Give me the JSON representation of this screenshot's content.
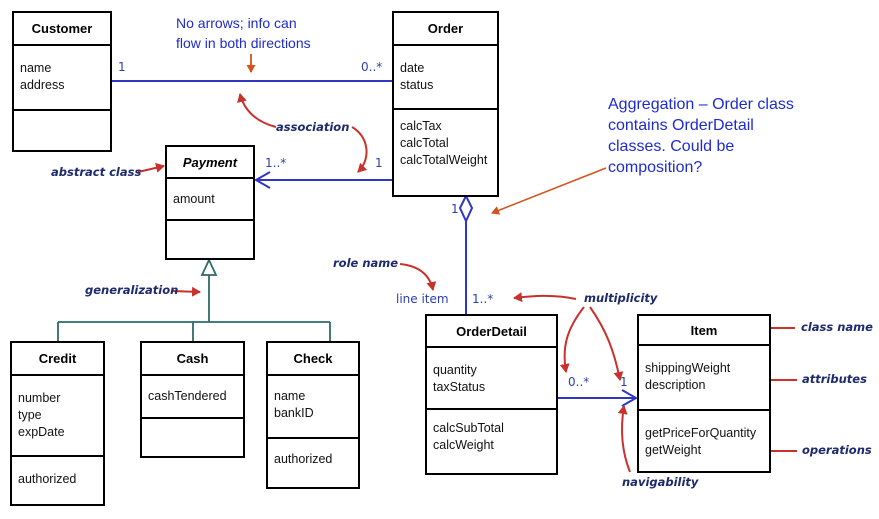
{
  "colors": {
    "assoc": "#2f36c4",
    "gen": "#2c6b66",
    "red_arrow": "#c8322c",
    "annotation": "#1d2a6e",
    "note_blue": "#1e2ccf"
  },
  "classes": {
    "customer": {
      "name": "Customer",
      "attributes": [
        "name",
        "address"
      ],
      "operations": []
    },
    "order": {
      "name": "Order",
      "attributes": [
        "date",
        "status"
      ],
      "operations": [
        "calcTax",
        "calcTotal",
        "calcTotalWeight"
      ]
    },
    "payment": {
      "name": "Payment",
      "attributes": [
        "amount"
      ],
      "operations": []
    },
    "credit": {
      "name": "Credit",
      "attributes": [
        "number",
        "type",
        "expDate"
      ],
      "operations": [
        "authorized"
      ]
    },
    "cash": {
      "name": "Cash",
      "attributes": [
        "cashTendered"
      ],
      "operations": []
    },
    "check": {
      "name": "Check",
      "attributes": [
        "name",
        "bankID"
      ],
      "operations": [
        "authorized"
      ]
    },
    "orderdetail": {
      "name": "OrderDetail",
      "attributes": [
        "quantity",
        "taxStatus"
      ],
      "operations": [
        "calcSubTotal",
        "calcWeight"
      ]
    },
    "item": {
      "name": "Item",
      "attributes": [
        "shippingWeight",
        "description"
      ],
      "operations": [
        "getPriceForQuantity",
        "getWeight"
      ]
    }
  },
  "multiplicities": {
    "customer_order_left": "1",
    "customer_order_right": "0..*",
    "payment_order_left": "1..*",
    "payment_order_right": "1",
    "order_detail_top": "1",
    "order_detail_bottom": "1..*",
    "detail_item_left": "0..*",
    "detail_item_right": "1"
  },
  "annotations": {
    "association": "association",
    "abstract_class": "abstract class",
    "generalization": "generalization",
    "role_name": "role name",
    "line_item": "line item",
    "multiplicity": "multiplicity",
    "class_name": "class name",
    "attributes": "attributes",
    "operations": "operations",
    "navigability": "navigability"
  },
  "notes": {
    "no_arrows_line1": "No arrows; info can",
    "no_arrows_line2": "flow in both directions",
    "aggregation_line1": "Aggregation – Order class",
    "aggregation_line2": "contains OrderDetail",
    "aggregation_line3": "classes.  Could be",
    "aggregation_line4": "composition?"
  }
}
